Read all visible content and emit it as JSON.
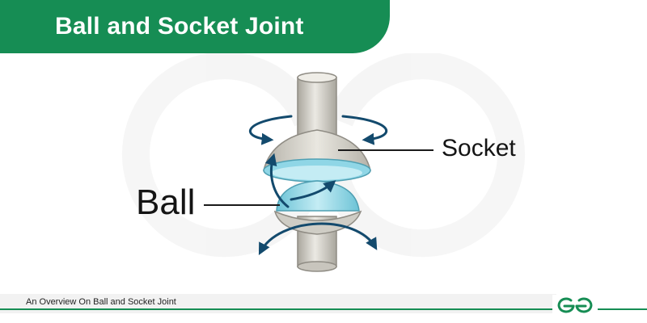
{
  "header": {
    "title": "Ball and Socket Joint"
  },
  "labels": {
    "socket": "Socket",
    "ball": "Ball"
  },
  "footer": {
    "caption": "An Overview On Ball and Socket Joint"
  },
  "icons": {
    "logo": "geeksforgeeks-logo-icon",
    "watermark": "geeksforgeeks-watermark-icon"
  },
  "colors": {
    "brand_green": "#168d54",
    "bone": "#d6d4cc",
    "cartilage": "#8fd6e6",
    "arrow": "#134a6d",
    "label_text": "#141414"
  }
}
